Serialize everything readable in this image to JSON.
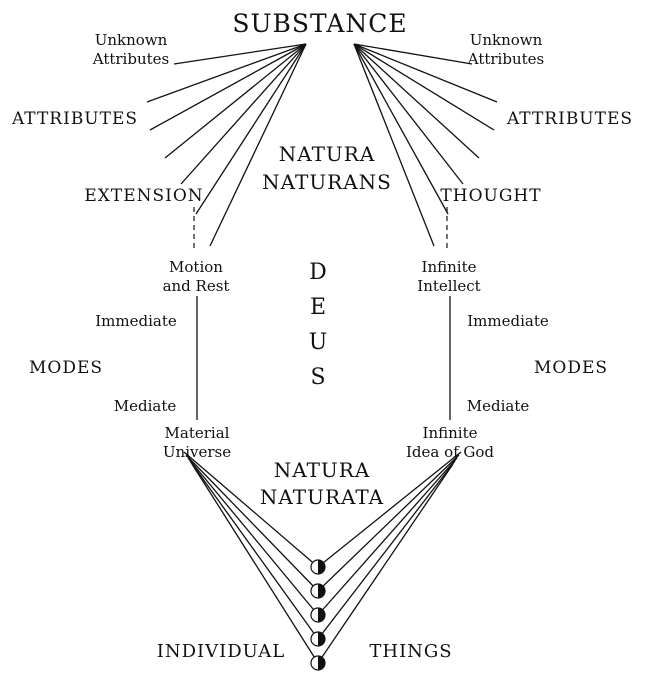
{
  "diagram": {
    "substance": "SUBSTANCE",
    "unknown_attributes": {
      "line1": "Unknown",
      "line2": "Attributes"
    },
    "attributes": "ATTRIBUTES",
    "natura_naturans": {
      "line1": "NATURA",
      "line2": "NATURANS"
    },
    "extension": "EXTENSION",
    "thought": "THOUGHT",
    "motion_and_rest": {
      "line1": "Motion",
      "line2": "and Rest"
    },
    "infinite_intellect": {
      "line1": "Infinite",
      "line2": "Intellect"
    },
    "deus_letters": [
      "D",
      "E",
      "U",
      "S"
    ],
    "immediate": "Immediate",
    "modes": "MODES",
    "mediate": "Mediate",
    "material_universe": {
      "line1": "Material",
      "line2": "Universe"
    },
    "infinite_idea_of_god": {
      "line1": "Infinite",
      "line2": "Idea of God"
    },
    "natura_naturata": {
      "line1": "NATURA",
      "line2": "NATURATA"
    },
    "individual": "INDIVIDUAL",
    "things": "THINGS",
    "line_color": "#111111"
  }
}
